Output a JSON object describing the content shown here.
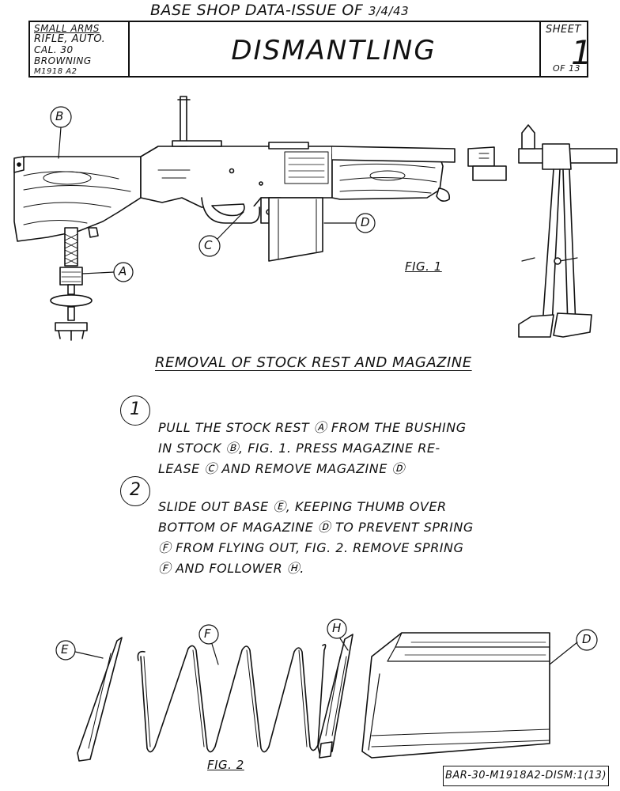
{
  "header": {
    "doc_series": "BASE SHOP DATA-ISSUE OF",
    "issue_date": "3/4/43",
    "identification": [
      "SMALL ARMS",
      "RIFLE, AUTO.",
      "CAL. 30",
      "BROWNING",
      "M1918 A2"
    ],
    "title": "DISMANTLING",
    "sheet_label": "SHEET",
    "sheet_number": "1",
    "sheet_total": "OF 13"
  },
  "figure1": {
    "label": "FIG. 1",
    "callouts": {
      "a": "A",
      "b": "B",
      "c": "C",
      "d": "D"
    }
  },
  "section_heading": "REMOVAL OF STOCK REST AND MAGAZINE",
  "steps": [
    {
      "number": "1",
      "lines": [
        "PULL THE STOCK REST Ⓐ FROM THE BUSHING",
        "IN STOCK Ⓑ, FIG. 1. PRESS MAGAZINE RE-",
        "LEASE Ⓒ AND REMOVE MAGAZINE Ⓓ"
      ]
    },
    {
      "number": "2",
      "lines": [
        "SLIDE OUT BASE Ⓔ, KEEPING THUMB OVER",
        "BOTTOM OF MAGAZINE Ⓓ TO PREVENT SPRING",
        "Ⓕ FROM FLYING OUT, FIG. 2. REMOVE SPRING",
        "Ⓕ AND FOLLOWER Ⓗ."
      ]
    }
  ],
  "figure2": {
    "label": "FIG. 2",
    "callouts": {
      "e": "E",
      "f": "F",
      "h": "H",
      "d": "D"
    }
  },
  "drawing_number": "BAR-30-M1918A2-DISM:1(13)"
}
